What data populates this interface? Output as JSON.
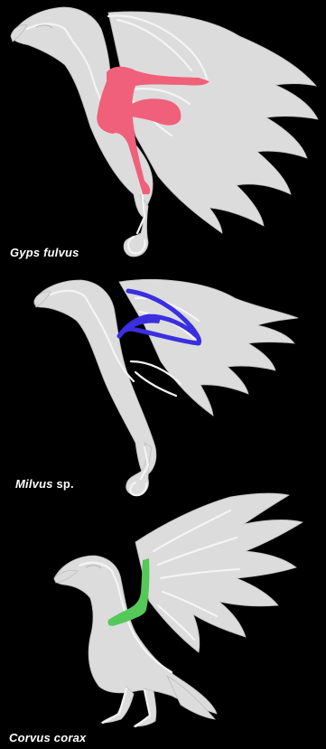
{
  "panels": [
    {
      "genus": "Gyps fulvus",
      "suffix": "",
      "highlight_color": "#f0607a"
    },
    {
      "genus": "Milvus",
      "suffix": " sp.",
      "highlight_color": "#3a2fe0"
    },
    {
      "genus": "Corvus corax",
      "suffix": "",
      "highlight_color": "#55c85a"
    }
  ],
  "colors": {
    "background": "#000000",
    "silhouette": "#dcdcdc",
    "skeleton": "#f4f4f4",
    "outline": "#9a9a9a"
  }
}
